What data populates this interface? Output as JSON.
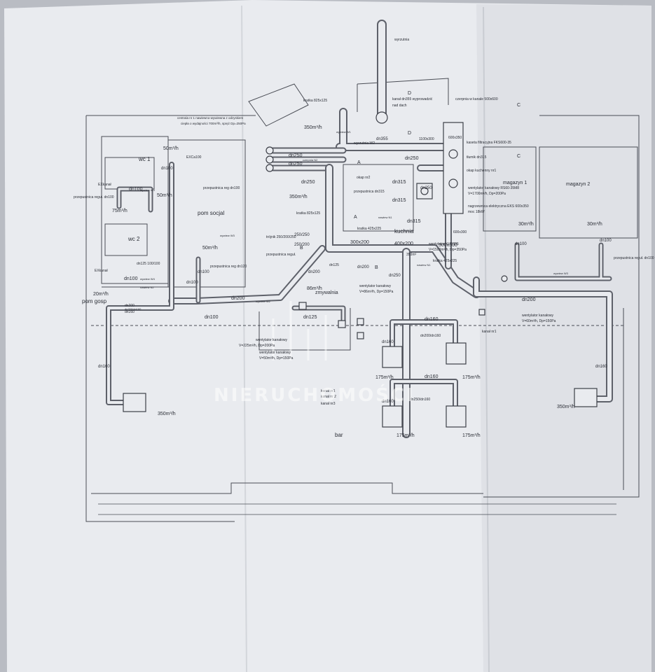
{
  "colors": {
    "paper": "#eceef2",
    "ink": "#2f323a",
    "duct": "#9da1a8",
    "background": "#b9bcc3"
  },
  "watermark": "NIERUCHOMOŚCI",
  "rooms": {
    "wc1": "wc 1",
    "wc2": "wc 2",
    "pom_socjal": "pom socjal",
    "pom_gosp": "pom gosp",
    "kuchnia": "kuchnia",
    "zmywalnia": "zmywalnia",
    "magazyn1": "magazyn 1",
    "magazyn2": "magazyn 2",
    "bar": "bar"
  },
  "labels": {
    "wyrzutnia_top": "wyrzutnia",
    "kanal_dn355": "kanał dn355 wyprowadzić",
    "nad_dachem": "nad dach",
    "czerpnia": "czerpnia w kanale 500x600",
    "kratka_825": "kratka 825x125",
    "kratka_825b": "kratka 825x125",
    "kratka_425": "kratka 425x225",
    "kratka_425b": "kratka 425x225",
    "centrala1": "centrala nr 1 nawiewno-wywiewna z odzyskiem",
    "centrala2": "ciepła o wydajności 700m³/h, spręż Dp=250Pa",
    "wyrzutnia_w2": "wyrzutnia W2",
    "czerpnia_n2": "czerpnia N2",
    "okap": "okap nr2",
    "przepustnica_dn315": "przepustnica dn315",
    "przepustnica_dn100": "przepustnica reg dn100",
    "przepustnica_reg": "przepustnica reguł.",
    "przepustnica_dn120": "przepustnica reg dn120",
    "przepustnica_dn100b": "przepustnica reguł. dn100",
    "przepustnica_dn100c": "przepustnica reguł. dn100",
    "wentylator1": "wentylator kanałowy",
    "wentylator1b": "V=225m³/h, Dp=200Pa",
    "wentylator2": "wentylator kanałowy",
    "wentylator2b": "V=50m³/h, Dp=150Pa",
    "wentylator3": "wentylator kanałowy",
    "wentylator3b": "V=86m³/h, Dp=150Pa",
    "wentylator4": "wentylator KUB355",
    "wentylator4b": "V=1500m³/h, Dp=350Pa",
    "wentylator5": "wentylator kanałowy",
    "wentylator5b": "V=60m³/h, Dp=150Pa",
    "wentylator6": "wentylator kanałowy RS60-35M8",
    "wentylator6b": "V=1700m³/h, Dp=200Pa",
    "nagrzewnica": "nagrzewnica elektryczna EKS 600x350",
    "nagrzewnica_b": "moc 18kW",
    "kaseta": "kaseta filtracyjna FKS600-35",
    "tlumik": "tłumik dn315",
    "okap_kuch": "okap kuchenny nr1",
    "trojnik": "trójnik 250/200/250",
    "kanal_nr1": "kanał nr1",
    "kanal_nr1b": "kanał nr1",
    "kanal_nr2": "kanał nr 2",
    "kanal_nr3": "kanał nr3",
    "exkanal": "EXkanał",
    "exkanal2": "EXkanał",
    "exc": "EXCa100",
    "nawiew_n1": "nawiew N1",
    "nawiew_n1b": "nawiew N1",
    "nawiew_n2": "nawiew N2",
    "wywiew_w1": "wywiew W1",
    "wywiew_w2": "wywiew W2",
    "wywiew_w3": "wywiew W3",
    "wywiew_w4": "wywiew W4",
    "wywiew_w4b": "wywiew W4",
    "wywiew_w3b": "wywiew W3",
    "dn250_1": "dn250",
    "dn250_2": "dn250",
    "dn250_3": "dn250",
    "dn250_4": "dn250",
    "dn250_5": "dn250",
    "dn250_6": "dn250",
    "dn200_1": "dn200",
    "dn200_2": "dn200",
    "dn200_3": "dn200",
    "dn200_4": "dn200",
    "dn200_5": "dn200",
    "dn160_1": "dn160",
    "dn160_2": "dn160",
    "dn160_3": "dn160",
    "dn160_4": "dn160",
    "dn160_5": "dn160",
    "dn160_6": "dn160",
    "dn160_7": "dn160",
    "dn125_1": "dn125",
    "dn125_2": "dn125",
    "dn100_1": "dn100",
    "dn100_2": "dn100",
    "dn100_3": "dn100",
    "dn100_4": "dn100",
    "dn100_5": "dn100",
    "dn100_6": "dn100",
    "dn100_7": "dn100",
    "dn100_8": "dn100",
    "dn315_1": "dn315",
    "dn315_2": "dn315",
    "dn315_3": "dn315",
    "dn355": "dn355",
    "d250_250": "250/250",
    "d250_200": "250/200",
    "r300x200": "300x200",
    "r400x200": "400x200",
    "r500x300": "500x300",
    "r600x300": "600x300",
    "r600x350": "600x350",
    "r1100": "1100x300",
    "r350": "350m³",
    "d200_160": "dn200/dn160",
    "d250_160": "dn250/dn160",
    "d200_100": "dn200/dn160",
    "d125_100": "dn125 100/100",
    "q350_1": "350m³/h",
    "q350_2": "350m³/h",
    "q350_3": "350m³/h",
    "q350_4": "350m³/h",
    "q175_1": "175m³/h",
    "q175_2": "175m³/h",
    "q175_3": "175m³/h",
    "q175_4": "175m³/h",
    "q50_1": "50m³/h",
    "q50_2": "50m³/h",
    "q50_3": "50m³/h",
    "q75": "75m³/h",
    "q20": "20m³/h",
    "q86": "86m³/h",
    "q30_1": "30m³/h",
    "q30_2": "30m³/h",
    "sec_a1": "A",
    "sec_a2": "A",
    "sec_b1": "B",
    "sec_b2": "B",
    "sec_c1": "C",
    "sec_c2": "C",
    "sec_d1": "D",
    "sec_d2": "D"
  }
}
